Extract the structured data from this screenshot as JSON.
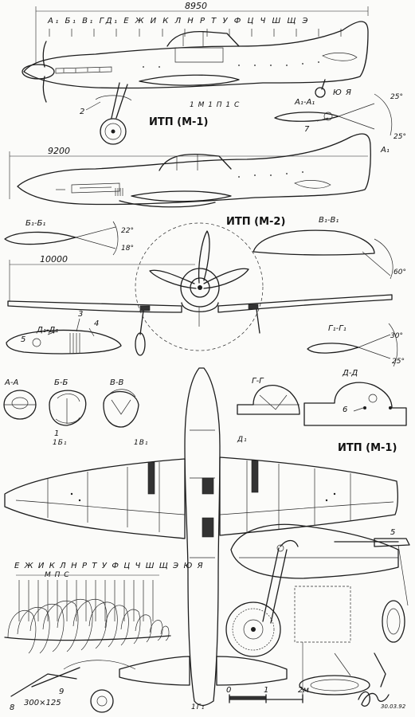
{
  "views": {
    "m1_side": "ИТП (М-1)",
    "m2_side": "ИТП (М-2)",
    "m1_plan": "ИТП (М-1)"
  },
  "dimensions": {
    "m1_length": "8950",
    "m2_length": "9200",
    "span": "10000",
    "wheel": "300×125"
  },
  "stations": {
    "top_row": "А₁ Б₁ В₁  ГД₁ Е Ж И К Л Н Р Т У Ф Ц Ч Ш Щ Э",
    "m1_lower": "1 М 1 П 1 С",
    "m1_tail": "Ю Я",
    "plan_row": "Е Ж И К Л Н Р Т У Ф Ц Ч Ш Щ Э  Ю Я",
    "plan_row2": "М П С",
    "b1_mark": "1Б₁",
    "v1_mark": "1В₁",
    "g1_mark": "1Г₁",
    "d1_mark": "Д₁"
  },
  "sections": {
    "a1": "А₁-А₁",
    "b1": "Б₁-Б₁",
    "v1": "В₁-В₁",
    "g1": "Г₁-Г₁",
    "d1": "Д₁-Д₁",
    "a": "А-А",
    "b": "Б-Б",
    "v": "В-В",
    "g": "Г-Г",
    "d": "Д-Д",
    "a1_side": "А₁"
  },
  "angles": {
    "a1_up": "25°",
    "a1_down": "25°",
    "b1_up": "22°",
    "b1_down": "18°",
    "v1": "60°",
    "g1_up": "30°",
    "g1_down": "25°"
  },
  "callouts": {
    "c1": "1",
    "c2": "2",
    "c3": "3",
    "c4": "4",
    "c5a": "5",
    "c5b": "5",
    "c6": "6",
    "c7": "7",
    "c8": "8",
    "c9": "9"
  },
  "scale": {
    "s0": "0",
    "s1": "1",
    "s2": "2м"
  },
  "signature": {
    "date": "30.03.92"
  }
}
